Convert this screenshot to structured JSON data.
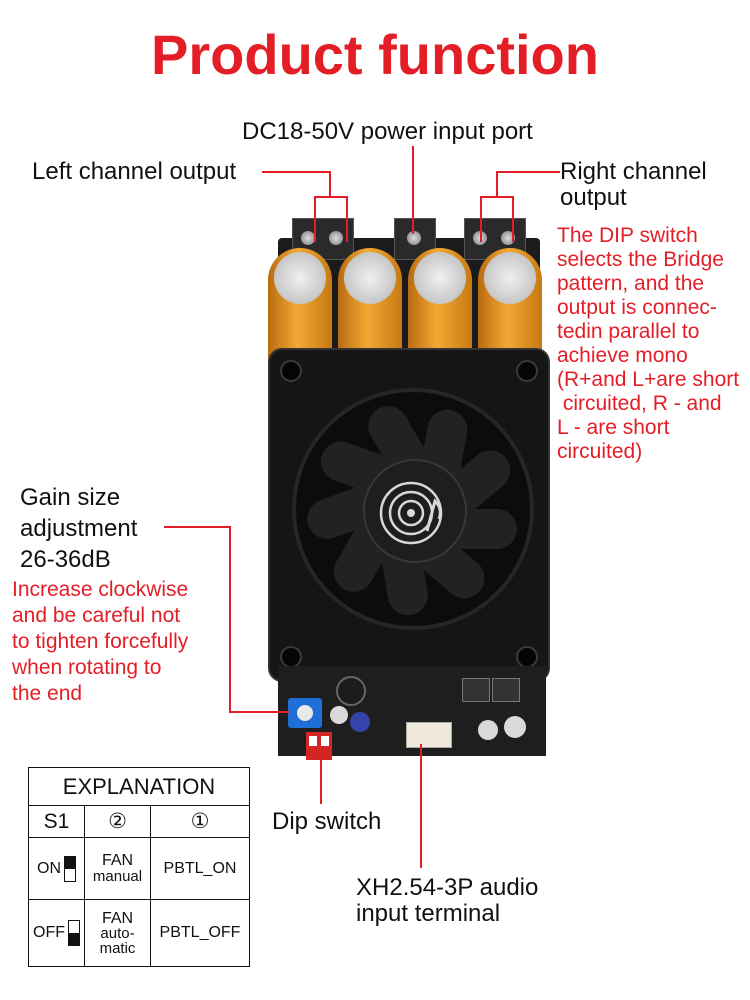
{
  "title": "Product function",
  "labels": {
    "power_port": "DC18-50V power input port",
    "left_channel": "Left channel output",
    "right_channel_line1": "Right channel",
    "right_channel_line2": "output",
    "dip_switch": "Dip switch",
    "audio_terminal_line1": "XH2.54-3P audio",
    "audio_terminal_line2": "input terminal",
    "gain_line1": "Gain size",
    "gain_line2": "adjustment",
    "gain_line3": "26-36dB"
  },
  "notes": {
    "dip_note_lines": [
      "The DIP switch",
      "selects the Bridge",
      "pattern, and the",
      "output is connec-",
      "tedin parallel to",
      "achieve mono",
      "(R+and L+are short",
      " circuited, R - and",
      "L - are short",
      "circuited)"
    ],
    "gain_note_lines": [
      "Increase clockwise",
      "and be careful not",
      "to tighten forcefully",
      "when rotating to",
      "the end"
    ]
  },
  "table": {
    "header": "EXPLANATION",
    "columns": [
      "S1",
      "②",
      "①"
    ],
    "rows": [
      {
        "state": "ON",
        "fan_line1": "FAN",
        "fan_line2": "manual",
        "pbtl": "PBTL_ON"
      },
      {
        "state": "OFF",
        "fan_line1": "FAN",
        "fan_line2": "auto-",
        "fan_line3": "matic",
        "pbtl": "PBTL_OFF"
      }
    ]
  },
  "colors": {
    "accent": "#e41e26",
    "capacitor": "#f3a833",
    "potentiometer": "#1f6fd6"
  }
}
